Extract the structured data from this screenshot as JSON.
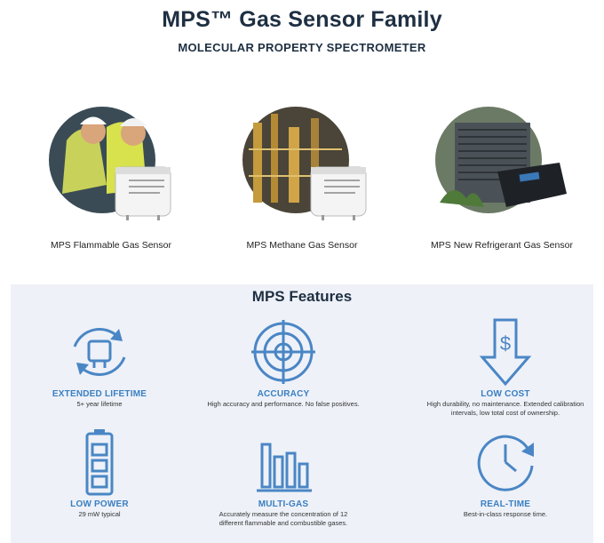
{
  "header": {
    "title": "MPS™ Gas Sensor Family",
    "subtitle": "MOLECULAR PROPERTY SPECTROMETER"
  },
  "products": [
    {
      "caption": "MPS Flammable Gas Sensor"
    },
    {
      "caption": "MPS Methane Gas Sensor"
    },
    {
      "caption": "MPS New Refrigerant Gas Sensor"
    }
  ],
  "features_section": {
    "title": "MPS Features",
    "items": [
      {
        "name": "EXTENDED LIFETIME",
        "desc": "5+ year lifetime",
        "icon": "refresh-sensor-icon"
      },
      {
        "name": "ACCURACY",
        "desc": "High accuracy and performance. No false positives.",
        "icon": "target-icon"
      },
      {
        "name": "LOW COST",
        "desc": "High durability, no maintenance. Extended calibration intervals, low total cost of ownership.",
        "icon": "dollar-arrow-icon"
      },
      {
        "name": "LOW POWER",
        "desc": "29 mW typical",
        "icon": "battery-icon"
      },
      {
        "name": "MULTI-GAS",
        "desc": "Accurately measure the concentration of 12 different flammable and combustible gases.",
        "icon": "bar-chart-icon"
      },
      {
        "name": "REAL-TIME",
        "desc": "Best-in-class response time.",
        "icon": "clock-icon"
      }
    ]
  },
  "colors": {
    "accent": "#4a86c5",
    "heading": "#1e2f42",
    "panel": "#eef1f8"
  }
}
